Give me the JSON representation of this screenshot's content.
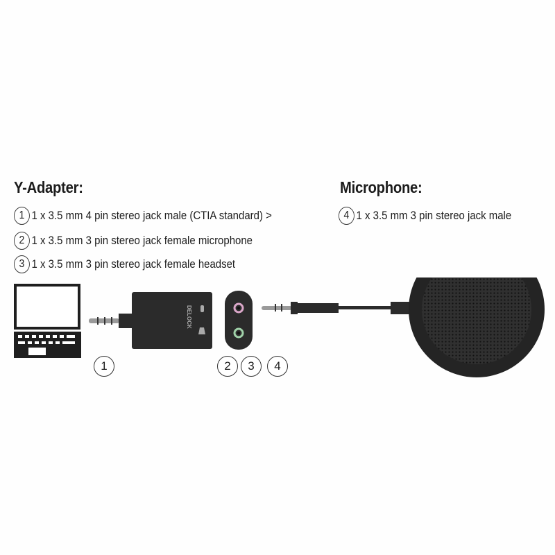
{
  "y_adapter": {
    "heading": "Y-Adapter:",
    "items": [
      {
        "num": "1",
        "text": "1 x 3.5 mm 4 pin stereo jack male (CTIA standard) >"
      },
      {
        "num": "2",
        "text": "1 x 3.5 mm 3 pin stereo jack female microphone"
      },
      {
        "num": "3",
        "text": "1 x 3.5 mm 3 pin stereo jack female headset"
      }
    ]
  },
  "microphone": {
    "heading": "Microphone:",
    "items": [
      {
        "num": "4",
        "text": "1 x 3.5 mm 3 pin stereo jack male"
      }
    ]
  },
  "diagram": {
    "brand_label": "DELOCK",
    "badges": [
      "1",
      "2",
      "3",
      "4"
    ],
    "colors": {
      "device_body": "#2b2b2b",
      "mic_port_ring": "#d9a6c8",
      "headset_port_ring": "#9fd0a8",
      "plug_metal": "#9a9a9a"
    }
  }
}
